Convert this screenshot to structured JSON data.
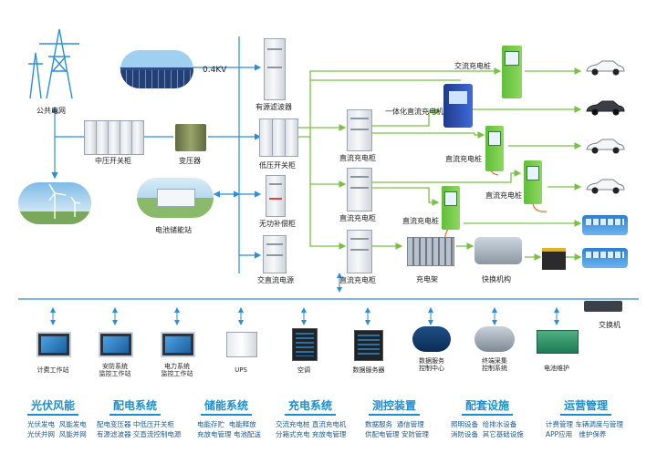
{
  "top": {
    "public_grid": "公共电网",
    "voltage": "0.4KV",
    "mv_switchgear": "中压开关柜",
    "transformer": "变压器",
    "storage_station": "电池储能站",
    "active_filter": "有源滤波器",
    "lv_switchgear": "低压开关柜",
    "reactive_comp": "无功补偿柜",
    "acdc_power": "交直流电源",
    "dc_cabinet_1": "直流充电柜",
    "dc_cabinet_2": "直流充电柜",
    "dc_cabinet_3": "直流充电柜",
    "integrated_charger": "一体化直流充电机",
    "ac_pile": "交流充电桩",
    "dc_pile_1": "直流充电桩",
    "dc_pile_2": "直流充电桩",
    "dc_pile_3": "直流充电桩",
    "charging_rack": "充电架",
    "swap_mechanism": "快换机构"
  },
  "bottom": {
    "switch": "交换机",
    "billing": "计费工作站",
    "security_l1": "安防系统",
    "security_l2": "监控工作站",
    "power_l1": "电力系统",
    "power_l2": "监控工作站",
    "ups": "UPS",
    "aircon": "空调",
    "data_server": "数据服务器",
    "ds_center_l1": "数据服务",
    "ds_center_l2": "控制中心",
    "terminal_l1": "终端采集",
    "terminal_l2": "控制系统",
    "battery_maint": "电池维护"
  },
  "categories": [
    {
      "title": "光伏风能",
      "items": [
        "光伏发电",
        "风能发电",
        "光伏并网",
        "风能并网"
      ]
    },
    {
      "title": "配电系统",
      "items": [
        "配电变压器",
        "中低压开关柜",
        "有源滤波器",
        "交直流控制电源"
      ]
    },
    {
      "title": "储能系统",
      "items": [
        "电能存贮",
        "电能释放",
        "充放电管理",
        "电池配送"
      ]
    },
    {
      "title": "充电系统",
      "items": [
        "交流充电桩",
        "直流充电机",
        "分箱式充电",
        "充放电管理"
      ]
    },
    {
      "title": "测控装置",
      "items": [
        "数据服务",
        "通信管理",
        "供配电管理",
        "安防管理"
      ]
    },
    {
      "title": "配套设施",
      "items": [
        "照明设备",
        "给排水设备",
        "消防设备",
        "其它基础设施"
      ]
    },
    {
      "title": "运营管理",
      "items": [
        "计费管理",
        "车辆调度与管理",
        "APP应用",
        "维护保养"
      ]
    }
  ],
  "colors": {
    "line_green": "#7ac143",
    "line_blue": "#2a8fd8",
    "accent": "#1a8fd6"
  }
}
